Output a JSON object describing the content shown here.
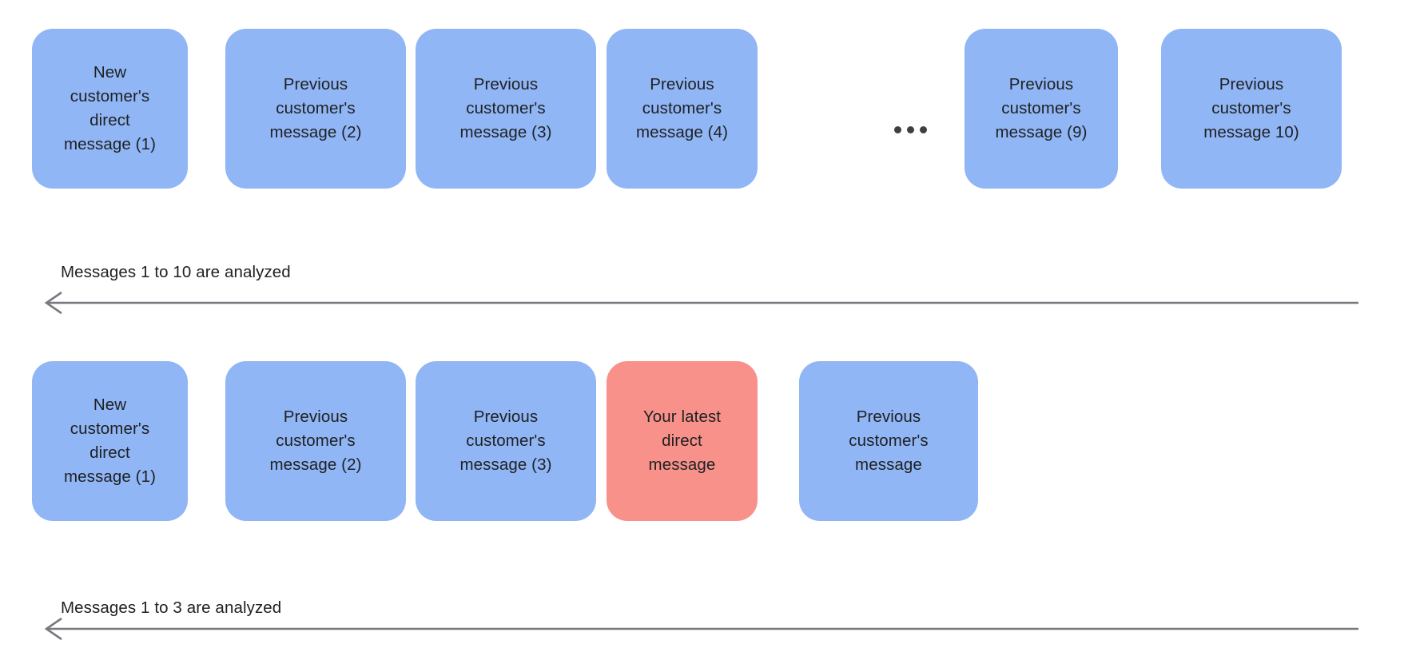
{
  "diagram": {
    "title": "Message analysis window diagram",
    "colors": {
      "customer_message": "#90b6f5",
      "your_message": "#f79189",
      "arrow": "#77797f",
      "text": "#202124",
      "background": "#ffffff"
    },
    "rows": [
      {
        "id": "row-10-messages",
        "cards": [
          {
            "label": "New\ncustomer's\ndirect\nmessage (1)",
            "kind": "customer",
            "color": "blue"
          },
          {
            "label": "Previous\ncustomer's\nmessage (2)",
            "kind": "customer",
            "color": "blue"
          },
          {
            "label": "Previous\ncustomer's\nmessage (3)",
            "kind": "customer",
            "color": "blue"
          },
          {
            "label": "Previous\ncustomer's\nmessage (4)",
            "kind": "customer",
            "color": "blue"
          },
          {
            "label": "Previous\ncustomer's\nmessage (9)",
            "kind": "customer",
            "color": "blue"
          },
          {
            "label": "Previous\ncustomer's\nmessage 10)",
            "kind": "customer",
            "color": "blue"
          }
        ],
        "ellipsis_after_index": 3,
        "ellipsis_glyph": "...",
        "caption": "Messages 1 to 10 are analyzed",
        "arrow_direction": "left"
      },
      {
        "id": "row-3-messages",
        "cards": [
          {
            "label": "New\ncustomer's\ndirect\nmessage (1)",
            "kind": "customer",
            "color": "blue"
          },
          {
            "label": "Previous\ncustomer's\nmessage (2)",
            "kind": "customer",
            "color": "blue"
          },
          {
            "label": "Previous\ncustomer's\nmessage (3)",
            "kind": "customer",
            "color": "blue"
          },
          {
            "label": "Your latest\ndirect\nmessage",
            "kind": "agent",
            "color": "red"
          },
          {
            "label": "Previous\ncustomer's\nmessage",
            "kind": "customer",
            "color": "blue"
          }
        ],
        "caption": "Messages 1 to 3 are analyzed",
        "arrow_direction": "left"
      }
    ]
  }
}
